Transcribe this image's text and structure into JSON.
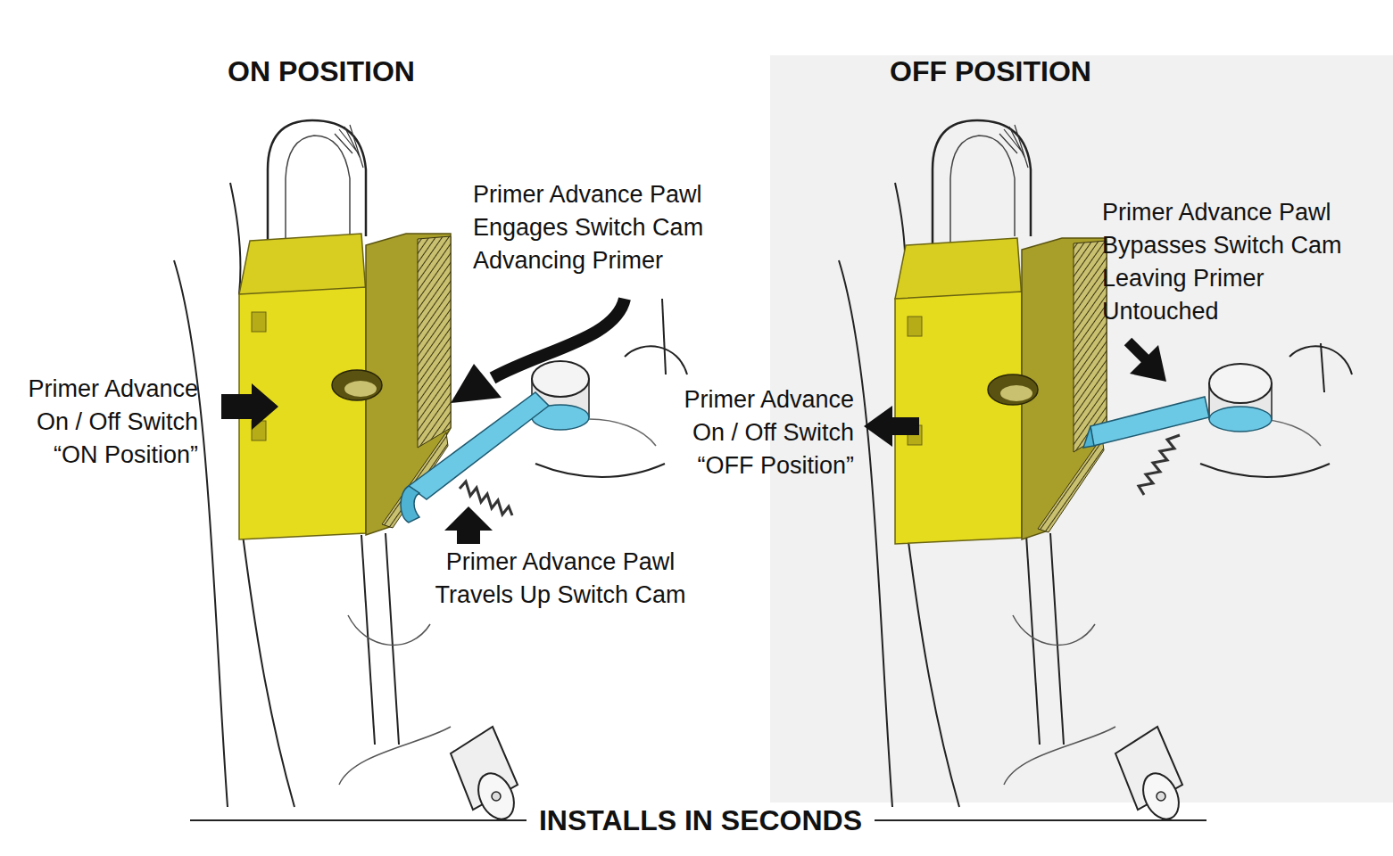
{
  "diagram": {
    "caption": "INSTALLS IN SECONDS",
    "labels": [
      "ON POSITION",
      "Primer Advance Pawl Engages Switch Cam Advancing Primer",
      "Primer Advance On / Off Switch “ON Position”",
      "Primer Advance Pawl Travels Up Switch Cam",
      "OFF POSITION",
      "Primer Advance Pawl Bypasses Switch Cam Leaving Primer Untouched",
      "Primer Advance On / Off Switch “OFF Position”"
    ]
  }
}
